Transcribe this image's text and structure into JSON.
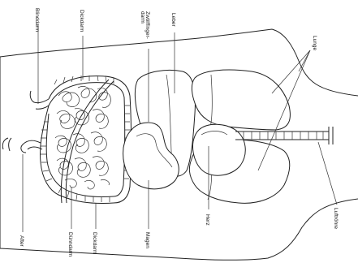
{
  "labels": {
    "blinddarm": "Blinddarm",
    "dickdarm_top": "Dickdarm",
    "zwoelffingerdarm": "Zwölffinger-\ndarm",
    "leber": "Leber",
    "lunge": "Lunge",
    "luftroehre": "Luftröhre",
    "herz": "Herz",
    "magen": "Magen",
    "dickdarm_bottom": "Dickdarm",
    "duenndarm": "Dünndarm",
    "after": "After"
  }
}
